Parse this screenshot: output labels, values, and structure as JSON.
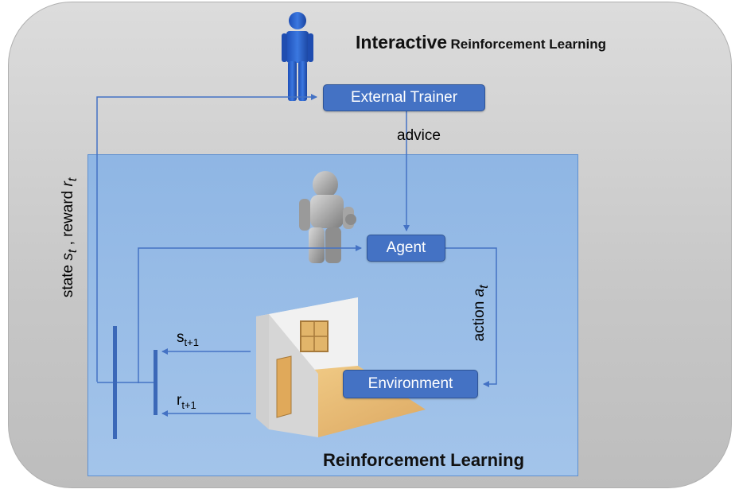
{
  "titles": {
    "irl_bold": "Interactive",
    "irl_rest": "Reinforcement Learning",
    "rl": "Reinforcement Learning"
  },
  "boxes": {
    "external_trainer": "External Trainer",
    "agent": "Agent",
    "environment": "Environment"
  },
  "labels": {
    "advice": "advice",
    "state_reward_a": "state ",
    "state_sym": "s",
    "state_sub": "t",
    "state_reward_b": " , reward ",
    "reward_sym": "r",
    "reward_sub": "t",
    "action_word": "action ",
    "action_sym": "a",
    "action_sub": "t",
    "s_next": "s",
    "s_next_sub": "t+1",
    "r_next": "r",
    "r_next_sub": "t+1"
  },
  "colors": {
    "box_fill": "#4472c4",
    "arrow": "#4472c4",
    "inner_panel": "#9dc0e8",
    "outer_panel": "#cfcfcf"
  }
}
